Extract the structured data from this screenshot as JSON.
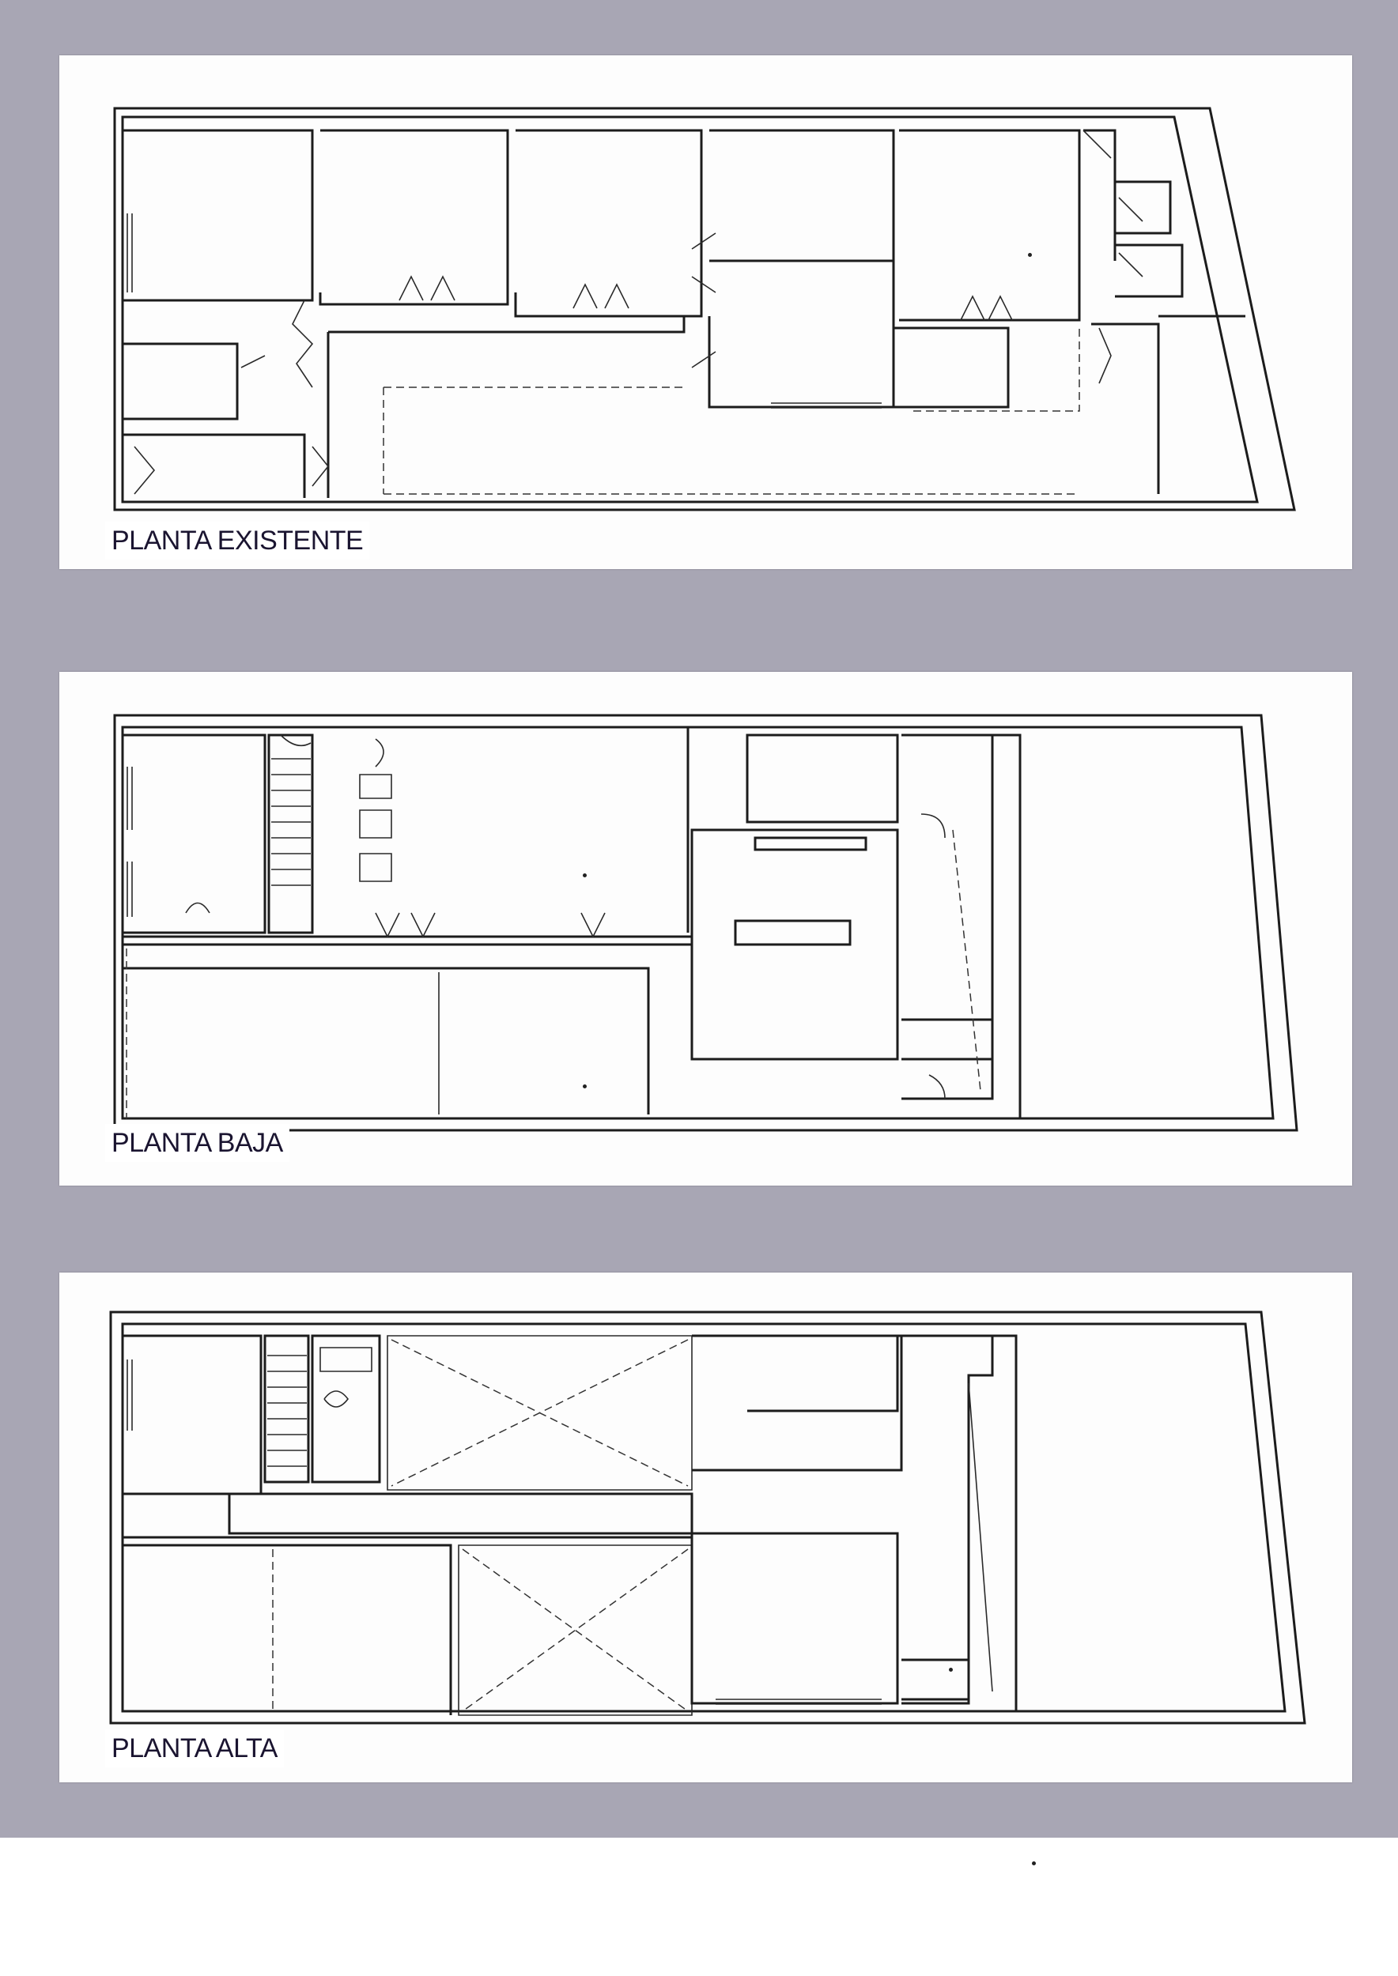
{
  "plans": [
    {
      "label": "PLANTA EXISTENTE"
    },
    {
      "label": "PLANTA BAJA"
    },
    {
      "label": "PLANTA ALTA"
    }
  ],
  "colors": {
    "backdrop": "#a8a6b4",
    "sheet": "#fdfdfd",
    "line": "#1c1c1c",
    "label_text": "#1a1430"
  }
}
